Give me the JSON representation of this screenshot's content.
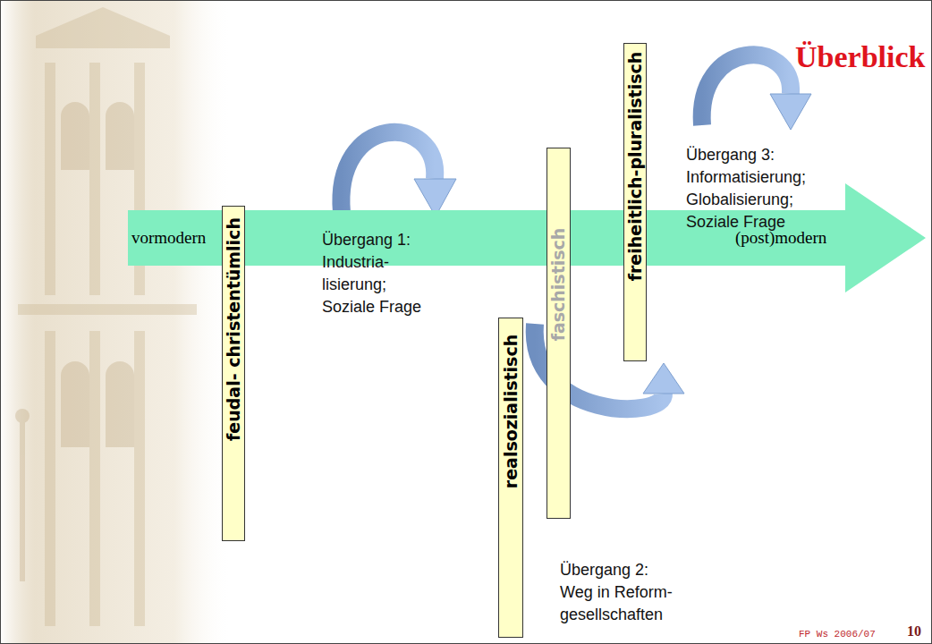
{
  "diagram": {
    "title": "Überblick",
    "nodes": [
      {
        "text": [
          "vormodern",
          "(post)modern"
        ]
      },
      {
        "text": [
          "feudal- christentümlich"
        ]
      },
      {
        "text": [
          "realsozialistisch"
        ]
      },
      {
        "text": [
          "faschistisch"
        ]
      },
      {
        "text": [
          "freiheitlich-pluralistisch"
        ]
      }
    ],
    "labels": [
      "Übergang 1: Industria- lisierung; Soziale Frage",
      "Übergang 2: Weg in Reform- gesellschaften",
      "Übergang 3: Informatisierung; Globalisierung; Soziale Frage",
      "FP Ws 2006/07",
      "10"
    ]
  }
}
